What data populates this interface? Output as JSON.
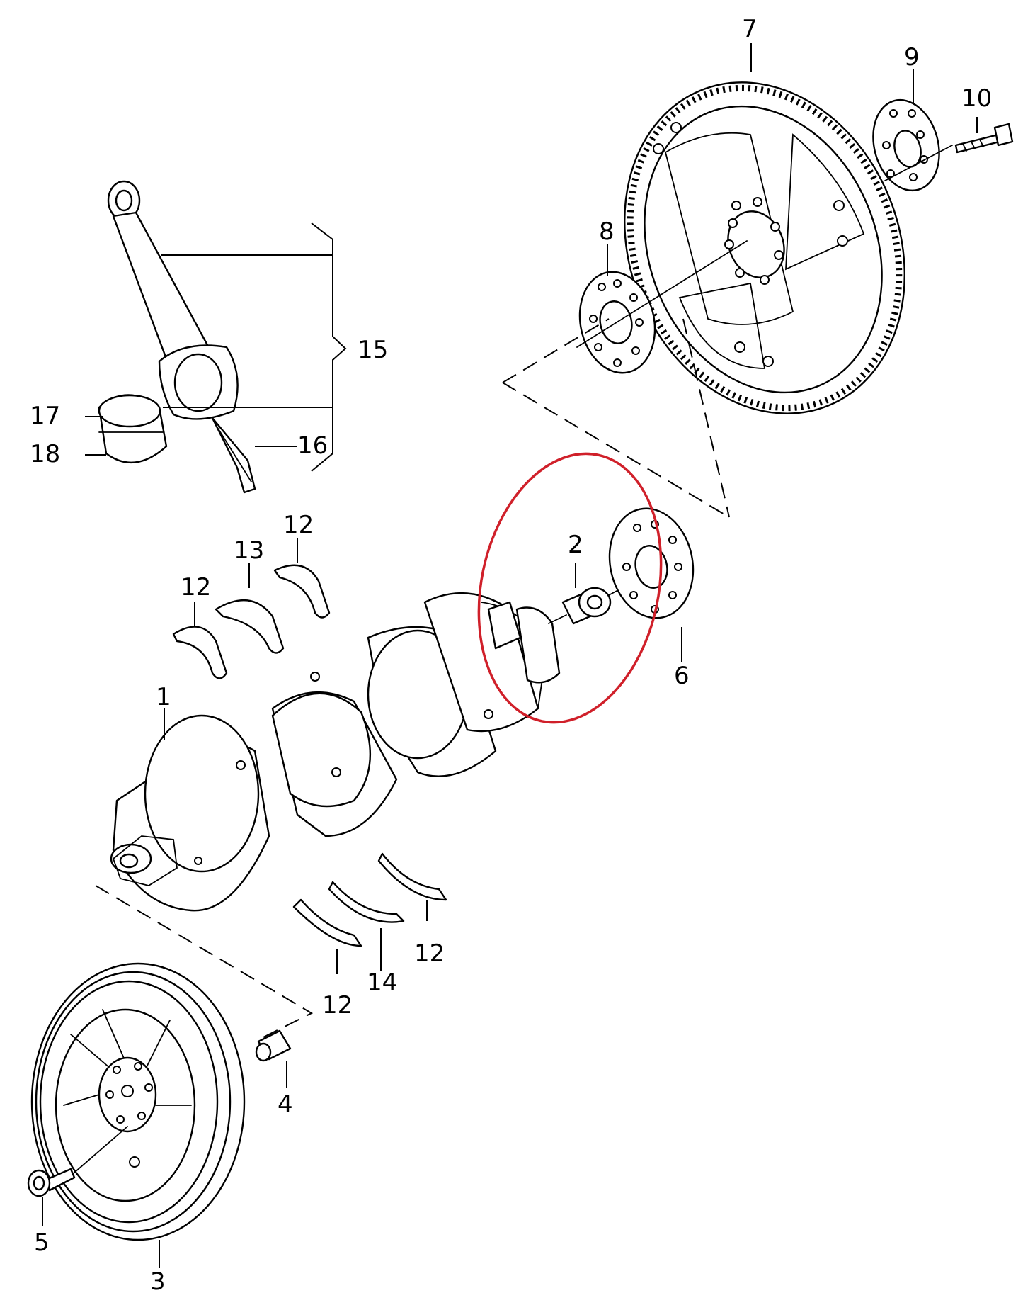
{
  "diagram": {
    "callouts": [
      {
        "id": "c1",
        "label": "1"
      },
      {
        "id": "c2",
        "label": "2"
      },
      {
        "id": "c3",
        "label": "3"
      },
      {
        "id": "c4",
        "label": "4"
      },
      {
        "id": "c5",
        "label": "5"
      },
      {
        "id": "c6",
        "label": "6"
      },
      {
        "id": "c7",
        "label": "7"
      },
      {
        "id": "c8",
        "label": "8"
      },
      {
        "id": "c9",
        "label": "9"
      },
      {
        "id": "c10",
        "label": "10"
      },
      {
        "id": "c12a",
        "label": "12"
      },
      {
        "id": "c12b",
        "label": "12"
      },
      {
        "id": "c12c",
        "label": "12"
      },
      {
        "id": "c12d",
        "label": "12"
      },
      {
        "id": "c13",
        "label": "13"
      },
      {
        "id": "c14",
        "label": "14"
      },
      {
        "id": "c15",
        "label": "15"
      },
      {
        "id": "c16",
        "label": "16"
      },
      {
        "id": "c17",
        "label": "17"
      },
      {
        "id": "c18",
        "label": "18"
      }
    ],
    "highlight_color": "#d0202a",
    "line_color": "#000000"
  }
}
